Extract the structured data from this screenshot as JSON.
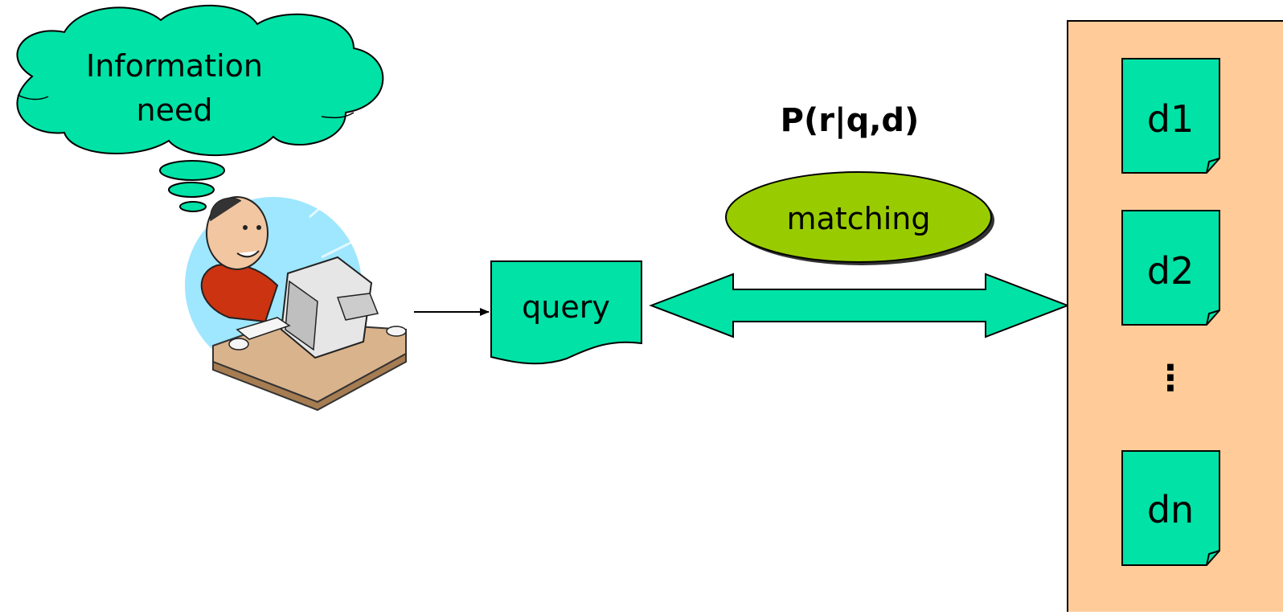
{
  "colors": {
    "teal_fill": "#00E2A6",
    "collection_bg": "#FFCC99",
    "matching_fill": "#99CC00",
    "stroke": "#000000"
  },
  "labels": {
    "information_need_line1": "Information",
    "information_need_line2": "need",
    "query": "query",
    "probability": "P(r|q,d)",
    "matching": "matching",
    "doc1": "d1",
    "doc2": "d2",
    "ellipsis": "⋮",
    "docn": "dn"
  },
  "icons": {
    "user": "person-at-computer-icon"
  }
}
